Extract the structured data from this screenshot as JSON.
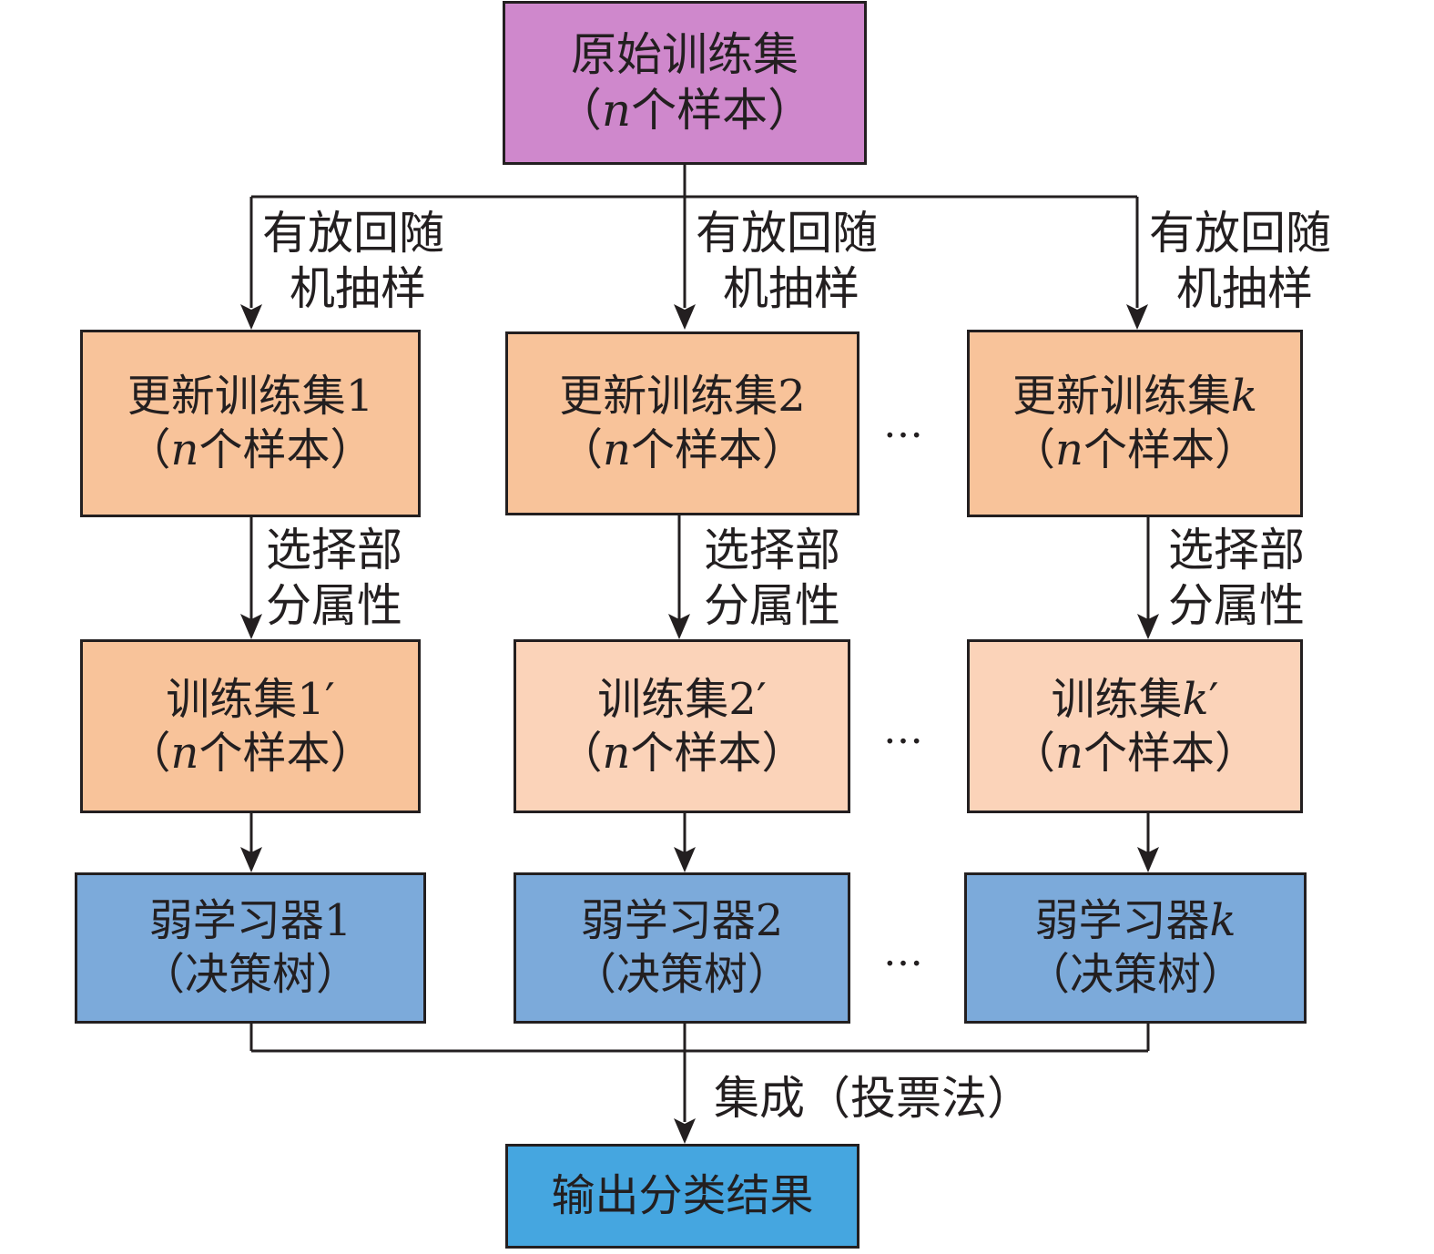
{
  "root": {
    "title": "原始训练集",
    "var": "n",
    "suffix": "个样本"
  },
  "sampling_label": {
    "line1": "有放回随",
    "line2": "机抽样"
  },
  "attr_label": {
    "line1": "选择部",
    "line2": "分属性"
  },
  "paren_open": "（",
  "paren_close": "）",
  "dots": "…",
  "columns": [
    {
      "updated_set": {
        "prefix": "更新训练集",
        "index": "1",
        "index_italic": false
      },
      "sub_set": {
        "prefix": "训练集",
        "index": "1",
        "index_italic": false,
        "prime": "′"
      },
      "weak_learner": {
        "prefix": "弱学习器",
        "index": "1",
        "index_italic": false,
        "detail": "决策树"
      }
    },
    {
      "updated_set": {
        "prefix": "更新训练集",
        "index": "2",
        "index_italic": false
      },
      "sub_set": {
        "prefix": "训练集",
        "index": "2",
        "index_italic": false,
        "prime": "′"
      },
      "weak_learner": {
        "prefix": "弱学习器",
        "index": "2",
        "index_italic": false,
        "detail": "决策树"
      }
    },
    {
      "updated_set": {
        "prefix": "更新训练集",
        "index": "k",
        "index_italic": true
      },
      "sub_set": {
        "prefix": "训练集",
        "index": "k",
        "index_italic": true,
        "prime": "′"
      },
      "weak_learner": {
        "prefix": "弱学习器",
        "index": "k",
        "index_italic": true,
        "detail": "决策树"
      }
    }
  ],
  "ensemble_label": "集成（投票法）",
  "output": {
    "title": "输出分类结果"
  },
  "colors": {
    "root": "#cf88cc",
    "updated_set": "#f8c39a",
    "sub_set_first": "#f8c39a",
    "sub_set_rest": "#fbd3b9",
    "weak_learner": "#7caada",
    "output": "#45a6e0",
    "line": "#231f20"
  }
}
